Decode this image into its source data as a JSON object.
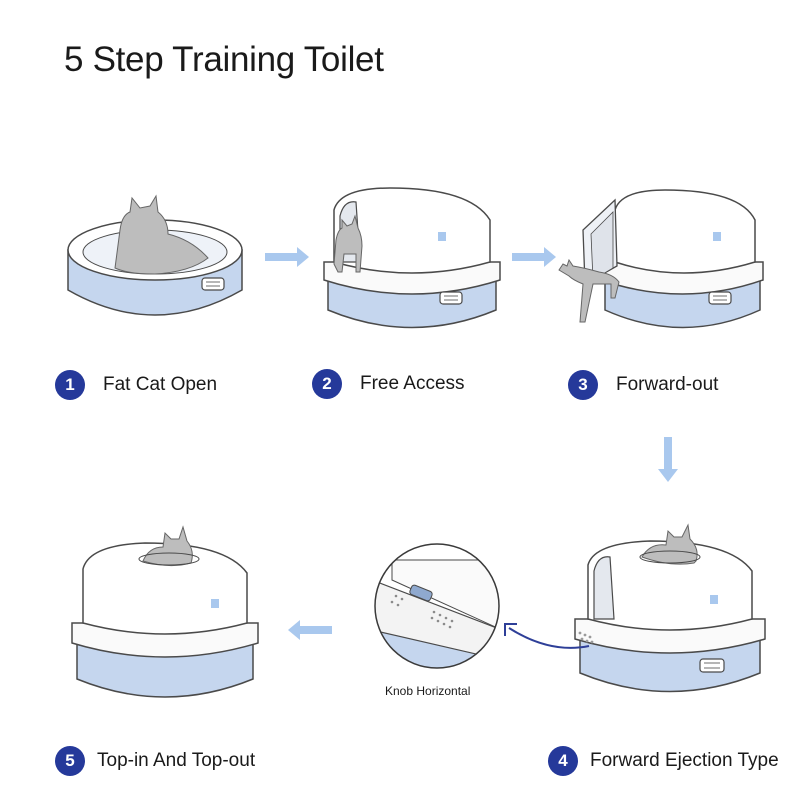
{
  "title": "5 Step Training Toilet",
  "steps": [
    {
      "number": "1",
      "label": "Fat Cat Open"
    },
    {
      "number": "2",
      "label": "Free Access"
    },
    {
      "number": "3",
      "label": "Forward-out"
    },
    {
      "number": "4",
      "label": "Forward Ejection Type"
    },
    {
      "number": "5",
      "label": "Top-in And Top-out"
    }
  ],
  "knob_caption": "Knob Horizontal",
  "colors": {
    "tray_blue": "#c5d6ee",
    "badge_blue": "#25399a",
    "arrow_light_blue": "#a9c8ee",
    "pointer_arrow": "#2e3f98",
    "cat_gray": "#bdbdbd",
    "outline": "#4a4a4a"
  }
}
